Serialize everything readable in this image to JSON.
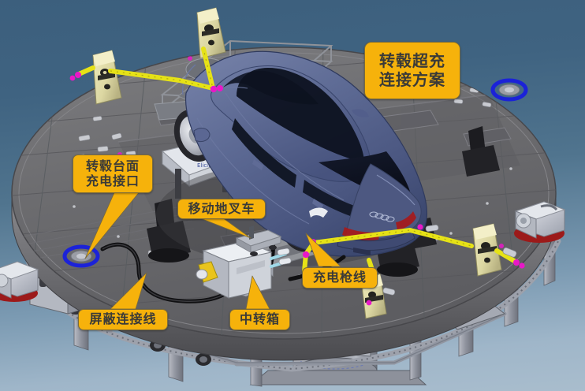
{
  "scene": {
    "title": "转毂超充连接方案",
    "background": {
      "top_color": "#3c5f7d",
      "bottom_color": "#a9bdcd",
      "type": "vertical-gradient"
    },
    "subject": "3D rendering of an electric vehicle on a circular chassis dynamometer turntable with fast-charging connection equipment"
  },
  "labels": {
    "main": {
      "text": "转毂超充\n连接方案",
      "color": "#F6B20B",
      "text_color": "#3a3a38"
    },
    "deck_port": {
      "text": "转毂台面\n充电接口",
      "color": "#F6B20B",
      "text_color": "#3a3a38"
    },
    "forklift": {
      "text": "移动地叉车",
      "color": "#F6B20B",
      "text_color": "#3a3a38"
    },
    "gun_cable": {
      "text": "充电枪线",
      "color": "#F6B20B",
      "text_color": "#3a3a38"
    },
    "shield_cable": {
      "text": "屏蔽连接线",
      "color": "#F6B20B",
      "text_color": "#3a3a38"
    },
    "transfer_box": {
      "text": "中转箱",
      "color": "#F6B20B",
      "text_color": "#3a3a38"
    }
  },
  "parts": {
    "vehicle": {
      "name": "蓝色轿车",
      "body_color": "#5a6a95",
      "glass_color": "#101624"
    },
    "turntable": {
      "name": "转毂圆台",
      "deck_color": "#6b6b6d"
    },
    "charging_robots": {
      "name": "充电机器人",
      "color": "#ded9a6",
      "count": 4
    },
    "charge_cable": {
      "name": "充电枪线",
      "color": "#e4e01a"
    },
    "shielded_cable": {
      "name": "屏蔽连接线",
      "color": "#121212"
    },
    "junction_box": {
      "name": "中转箱",
      "color": "#c9ccd6"
    },
    "deck_sockets": {
      "name": "台面充电接口",
      "ring_color": "#1b22d8",
      "count": 2
    },
    "roller_units": {
      "name": "转毂滚筒",
      "color": "#1d1d20"
    },
    "side_cabinets": {
      "name": "侧置设备箱",
      "color": "#d2d4da",
      "base_color": "#9c1a1a"
    }
  }
}
